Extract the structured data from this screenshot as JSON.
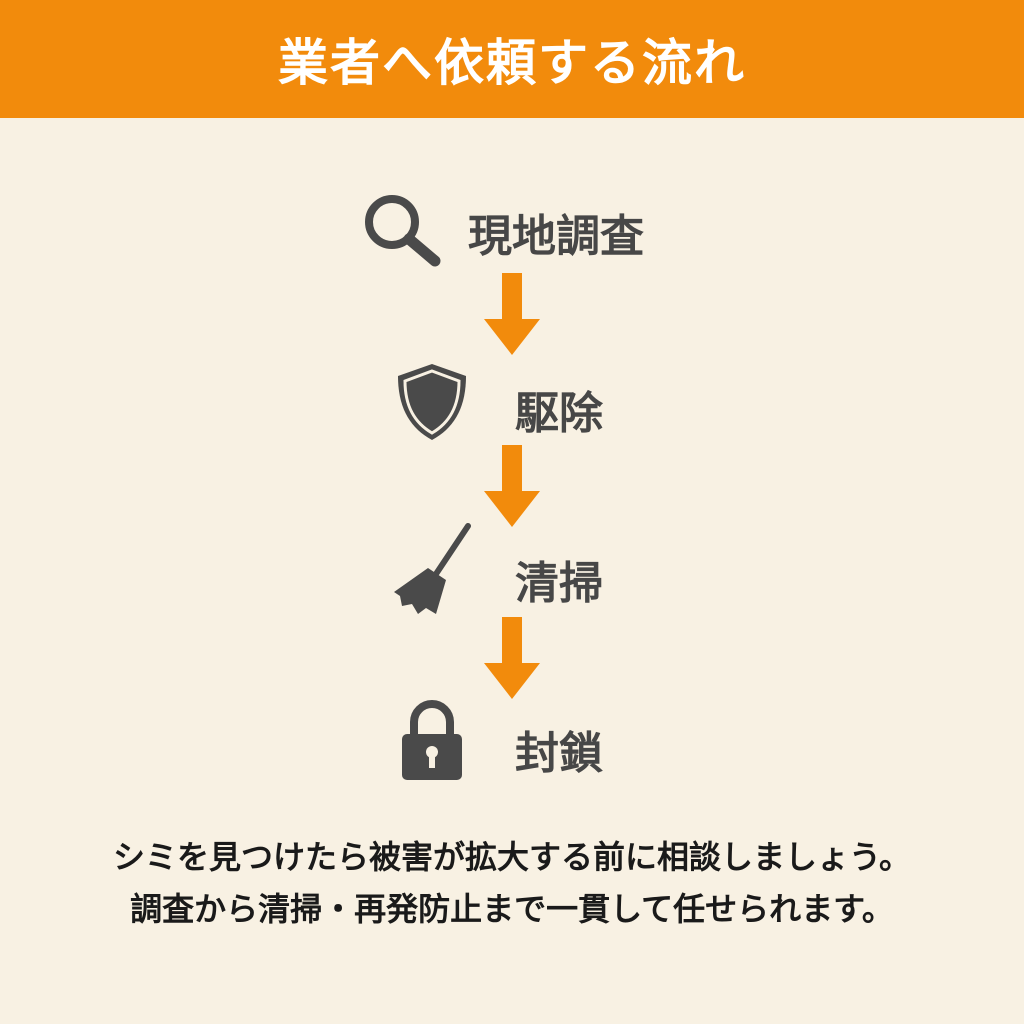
{
  "title": "業者へ依頼する流れ",
  "steps": [
    {
      "label": "現地調査",
      "icon": "magnifier-icon"
    },
    {
      "label": "駆除",
      "icon": "shield-icon"
    },
    {
      "label": "清掃",
      "icon": "broom-icon"
    },
    {
      "label": "封鎖",
      "icon": "padlock-icon"
    }
  ],
  "footer": {
    "line1": "シミを見つけたら被害が拡大する前に相談しましょう。",
    "line2": "調査から清掃・再発防止まで一貫して任せられます。"
  },
  "colors": {
    "accent": "#f28b0c",
    "background": "#f8f1e3",
    "icon": "#4a4a4a"
  }
}
